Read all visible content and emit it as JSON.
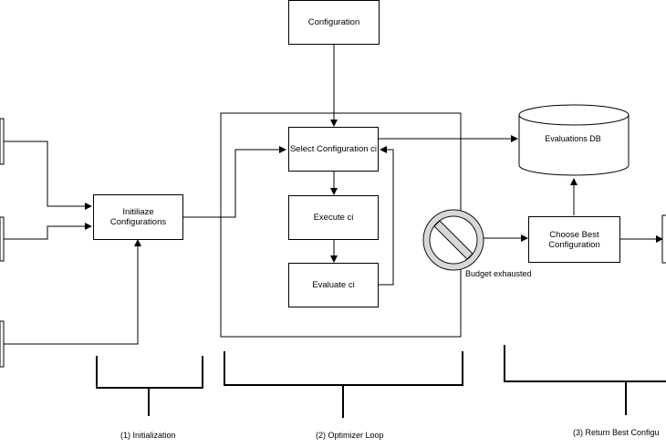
{
  "nodes": {
    "configuration": "Configuration",
    "initialize": "Initiliaze Configurations",
    "select": "Select Configuration ci",
    "execute": "Execute ci",
    "evaluate": "Evaluate ci",
    "evaluations_db": "Evaluations DB",
    "choose_best": "Choose Best Configuration"
  },
  "labels": {
    "budget_exhausted": "Budget exhausted"
  },
  "phases": {
    "initialization": "(1) Initialization",
    "optimizer_loop": "(2) Optimizer Loop",
    "return_best": "(3) Return Best Configu"
  },
  "icons": {
    "budget_stop": "prohibited-icon"
  }
}
